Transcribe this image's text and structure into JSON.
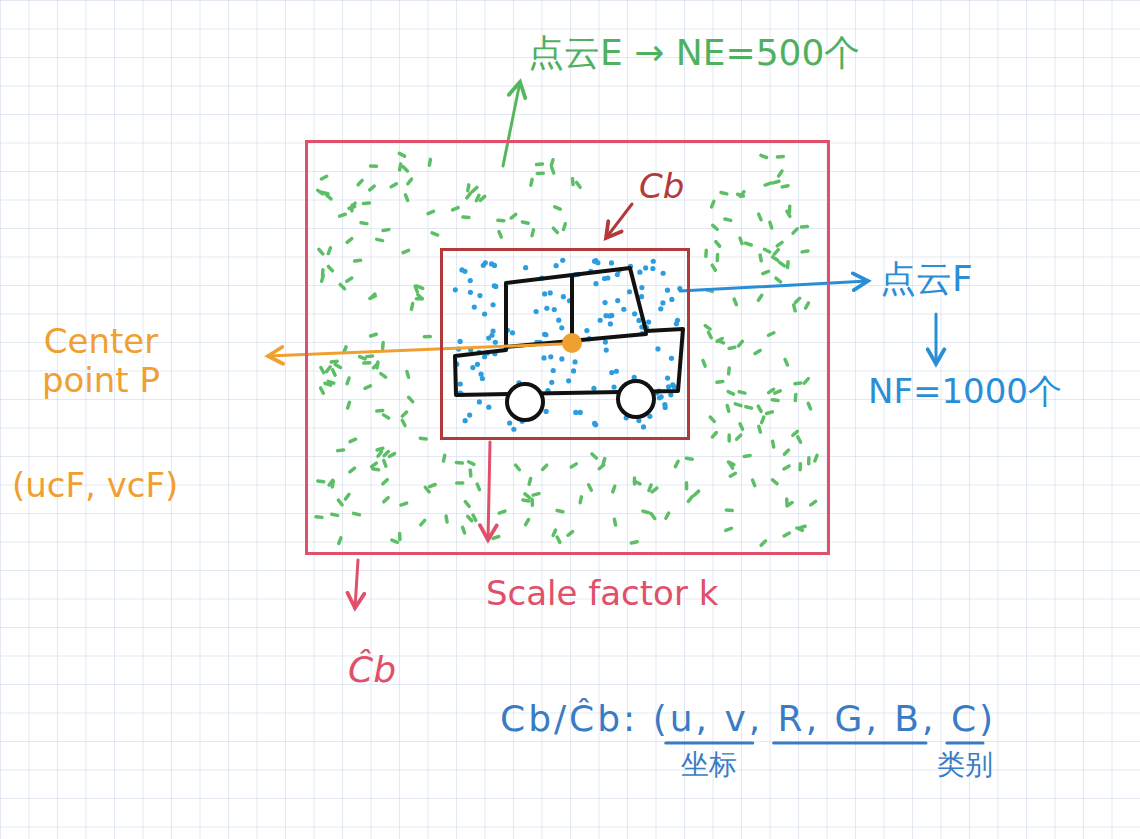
{
  "diagram": {
    "nodes": [
      {
        "text": [
          "Ĉb"
        ]
      },
      {
        "text": [
          "Cb"
        ],
        "in": 0
      }
    ],
    "labels": [
      "点云E → NE=500个",
      "点云F",
      "NF=1000个",
      "Center point P",
      "(ucF, vcF)",
      "Scale factor k",
      "Cb/Ĉb: (u, v, R, G, B, C)",
      "坐标",
      "类别"
    ]
  }
}
